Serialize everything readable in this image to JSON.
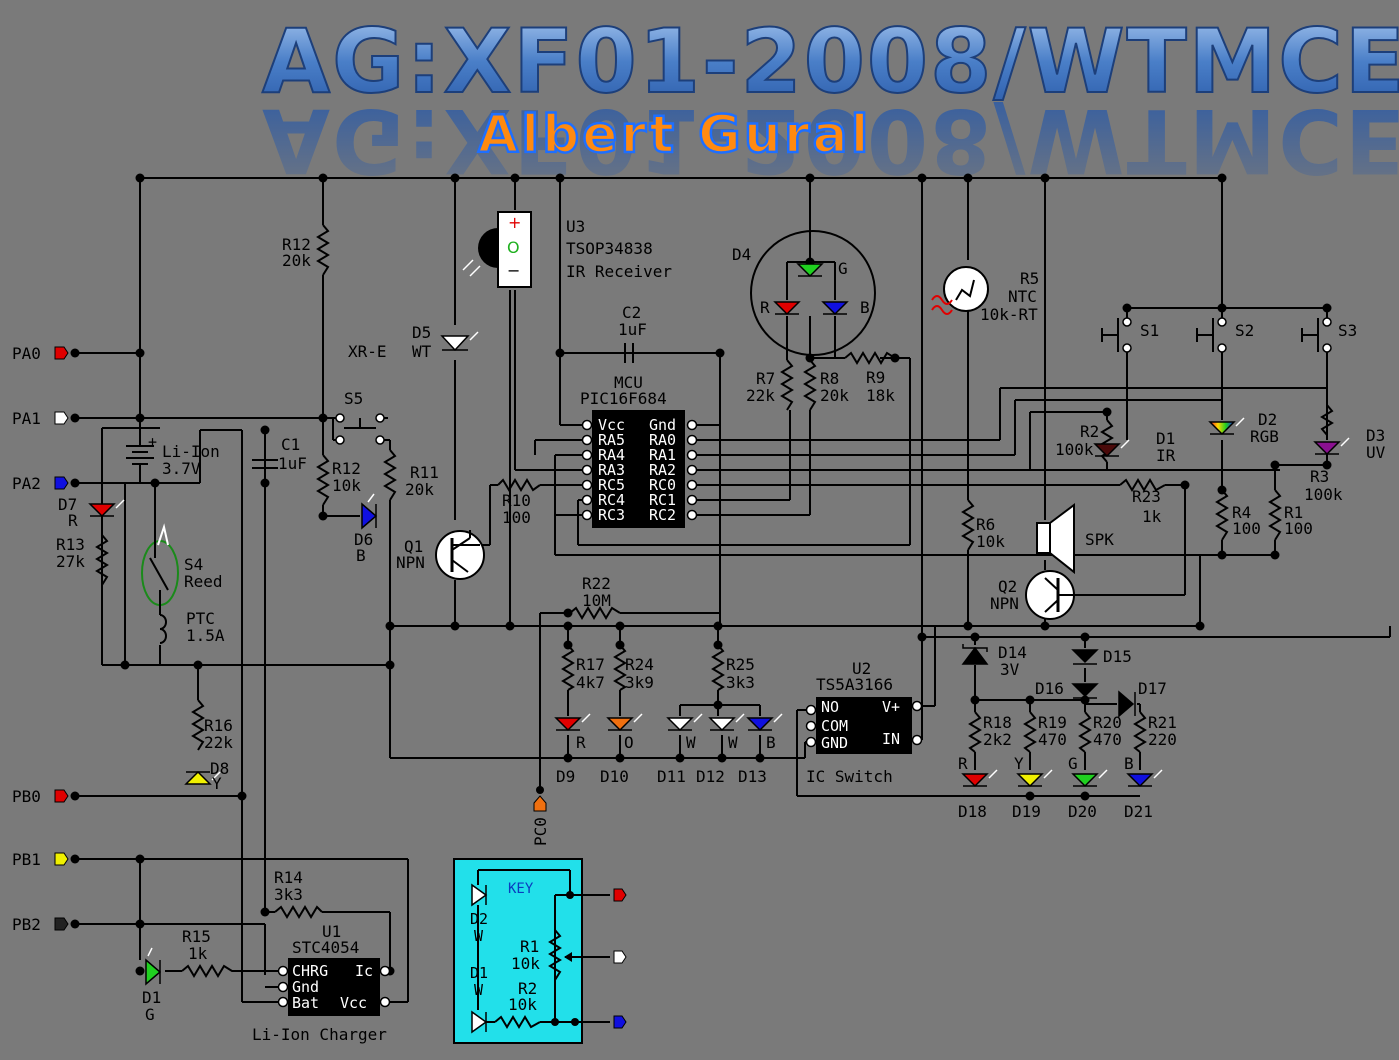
{
  "header": {
    "title": "AG:XF01-2008/WTMCE",
    "author": "Albert Gural"
  },
  "ports": {
    "PA0": "PA0",
    "PA1": "PA1",
    "PA2": "PA2",
    "PB0": "PB0",
    "PB1": "PB1",
    "PB2": "PB2",
    "PC0": "PC0"
  },
  "mcu": {
    "title": "MCU",
    "part": "PIC16F684",
    "left_pins": [
      "Vcc",
      "RA5",
      "RA4",
      "RA3",
      "RC5",
      "RC4",
      "RC3"
    ],
    "right_pins": [
      "Gnd",
      "RA0",
      "RA1",
      "RA2",
      "RC0",
      "RC1",
      "RC2"
    ]
  },
  "u3": {
    "ref": "U3",
    "part": "TSOP34838",
    "desc": "IR Receiver",
    "plus": "+",
    "out": "O",
    "minus": "−"
  },
  "u2": {
    "ref": "U2",
    "part": "TS5A3166",
    "desc": "IC Switch",
    "pins_left": [
      "NO",
      "COM",
      "GND"
    ],
    "pins_right": [
      "V+",
      "IN"
    ]
  },
  "u1": {
    "ref": "U1",
    "part": "STC4054",
    "desc": "Li-Ion Charger",
    "pins_left": [
      "CHRG",
      "Gnd",
      "Bat"
    ],
    "pins_right": [
      "Ic",
      "Vcc"
    ]
  },
  "c1": {
    "ref": "C1",
    "value": "1uF"
  },
  "c2": {
    "ref": "C2",
    "value": "1uF"
  },
  "battery": {
    "name": "Li-Ion",
    "value": "3.7V"
  },
  "resistors": {
    "r1": {
      "ref": "R1",
      "value": "100"
    },
    "r2": {
      "ref": "R2",
      "value": "100k"
    },
    "r3": {
      "ref": "R3",
      "value": "100k"
    },
    "r4": {
      "ref": "R4",
      "value": "100"
    },
    "r5": {
      "ref": "R5",
      "type": "NTC",
      "value": "10k-RT"
    },
    "r6": {
      "ref": "R6",
      "value": "10k"
    },
    "r7": {
      "ref": "R7",
      "value": "22k"
    },
    "r8": {
      "ref": "R8",
      "value": "20k"
    },
    "r9": {
      "ref": "R9",
      "value": "18k"
    },
    "r10": {
      "ref": "R10",
      "value": "100"
    },
    "r11": {
      "ref": "R11",
      "value": "20k"
    },
    "r12a": {
      "ref": "R12",
      "value": "20k"
    },
    "r12b": {
      "ref": "R12",
      "value": "10k"
    },
    "r13": {
      "ref": "R13",
      "value": "27k"
    },
    "r14": {
      "ref": "R14",
      "value": "3k3"
    },
    "r15": {
      "ref": "R15",
      "value": "1k"
    },
    "r16": {
      "ref": "R16",
      "value": "22k"
    },
    "r17": {
      "ref": "R17",
      "value": "4k7"
    },
    "r18": {
      "ref": "R18",
      "value": "2k2"
    },
    "r19": {
      "ref": "R19",
      "value": "470"
    },
    "r20": {
      "ref": "R20",
      "value": "470"
    },
    "r21": {
      "ref": "R21",
      "value": "220"
    },
    "r22": {
      "ref": "R22",
      "value": "10M"
    },
    "r23": {
      "ref": "R23",
      "value": "1k"
    },
    "r24": {
      "ref": "R24",
      "value": "3k9"
    },
    "r25": {
      "ref": "R25",
      "value": "3k3"
    }
  },
  "diodes": {
    "d1": {
      "ref": "D1",
      "color": "G"
    },
    "d1ir": {
      "ref": "D1",
      "color": "IR"
    },
    "d2": {
      "ref": "D2",
      "color": "RGB"
    },
    "d3": {
      "ref": "D3",
      "color": "UV"
    },
    "d4": {
      "ref": "D4",
      "r": "R",
      "g": "G",
      "b": "B"
    },
    "d5": {
      "ref": "D5",
      "color": "WT",
      "name": "XR-E"
    },
    "d6": {
      "ref": "D6",
      "color": "B"
    },
    "d7": {
      "ref": "D7",
      "color": "R"
    },
    "d8": {
      "ref": "D8",
      "color": "Y"
    },
    "d9": {
      "ref": "D9",
      "color": "R"
    },
    "d10": {
      "ref": "D10",
      "color": "O"
    },
    "d11": {
      "ref": "D11",
      "color": "W"
    },
    "d12": {
      "ref": "D12",
      "color": "W"
    },
    "d13": {
      "ref": "D13",
      "color": "B"
    },
    "d14": {
      "ref": "D14",
      "value": "3V"
    },
    "d15": {
      "ref": "D15"
    },
    "d16": {
      "ref": "D16"
    },
    "d17": {
      "ref": "D17"
    },
    "d18": {
      "ref": "D18",
      "color": "R"
    },
    "d19": {
      "ref": "D19",
      "color": "Y"
    },
    "d20": {
      "ref": "D20",
      "color": "G"
    },
    "d21": {
      "ref": "D21",
      "color": "B"
    }
  },
  "switches": {
    "s1": "S1",
    "s2": "S2",
    "s3": "S3",
    "s4": "S4",
    "s4type": "Reed",
    "s5": "S5"
  },
  "ptc": {
    "name": "PTC",
    "value": "1.5A"
  },
  "transistors": {
    "q1": {
      "ref": "Q1",
      "type": "NPN"
    },
    "q2": {
      "ref": "Q2",
      "type": "NPN"
    }
  },
  "speaker": "SPK",
  "key": {
    "title": "KEY",
    "d2": "D2",
    "d2c": "W",
    "d1": "D1",
    "d1c": "W",
    "r1": "R1",
    "r1v": "10k",
    "r2": "R2",
    "r2v": "10k"
  },
  "colors": {
    "background": "#7a7a7a",
    "wire": "#000000",
    "led_red": "#e00000",
    "led_green": "#20d020",
    "led_blue": "#1010e0",
    "led_yellow": "#f0f000",
    "led_orange": "#f07010",
    "led_purple": "#8a1090",
    "key_panel": "#22e0ea",
    "title_blue": "#4a7fc8",
    "author_orange": "#ff8a10"
  }
}
